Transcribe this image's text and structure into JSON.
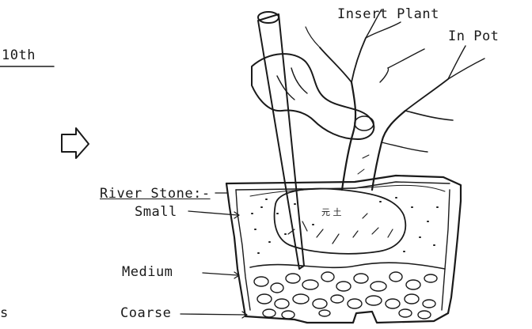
{
  "labels": {
    "step_date": "10th",
    "title_line1": "Insert Plant",
    "title_line2": "In Pot",
    "river_stone": "River Stone:-",
    "small": "Small",
    "medium": "Medium",
    "coarse": "Coarse",
    "cut_off": "s"
  },
  "colors": {
    "ink": "#1a1a1a",
    "paper": "#ffffff",
    "soil": "#f4f4f4"
  }
}
